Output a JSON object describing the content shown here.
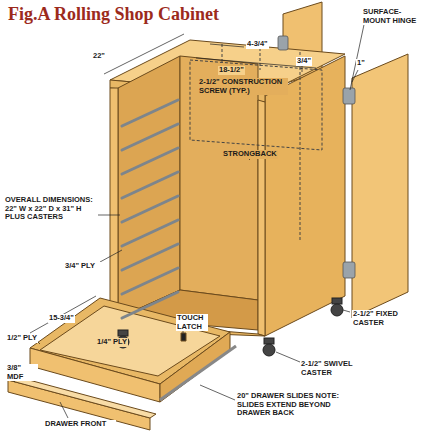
{
  "diagram": {
    "title": "Fig.A  Rolling Shop Cabinet",
    "labels": [
      "SURFACE-MOUNT HINGE",
      "3/4\"",
      "1\"",
      "4-3/4\"",
      "22\"",
      "18-1/2\"",
      "2-1/2\" CONSTRUCTION SCREW (TYP.)",
      "STRONGBACK",
      "OVERALL DIMENSIONS: 22\" W x 22\" D x 31\" H PLUS CASTERS",
      "3/4\" PLY",
      "2-1/2\" FIXED CASTER",
      "15-3/4\"",
      "1/2\" PLY",
      "1/4\" PLY",
      "TOUCH LATCH",
      "2-1/2\" SWIVEL CASTER",
      "3/8\" MDF",
      "DRAWER FRONT",
      "20\" DRAWER SLIDES NOTE: SLIDES EXTEND BEYOND DRAWER BACK"
    ]
  }
}
